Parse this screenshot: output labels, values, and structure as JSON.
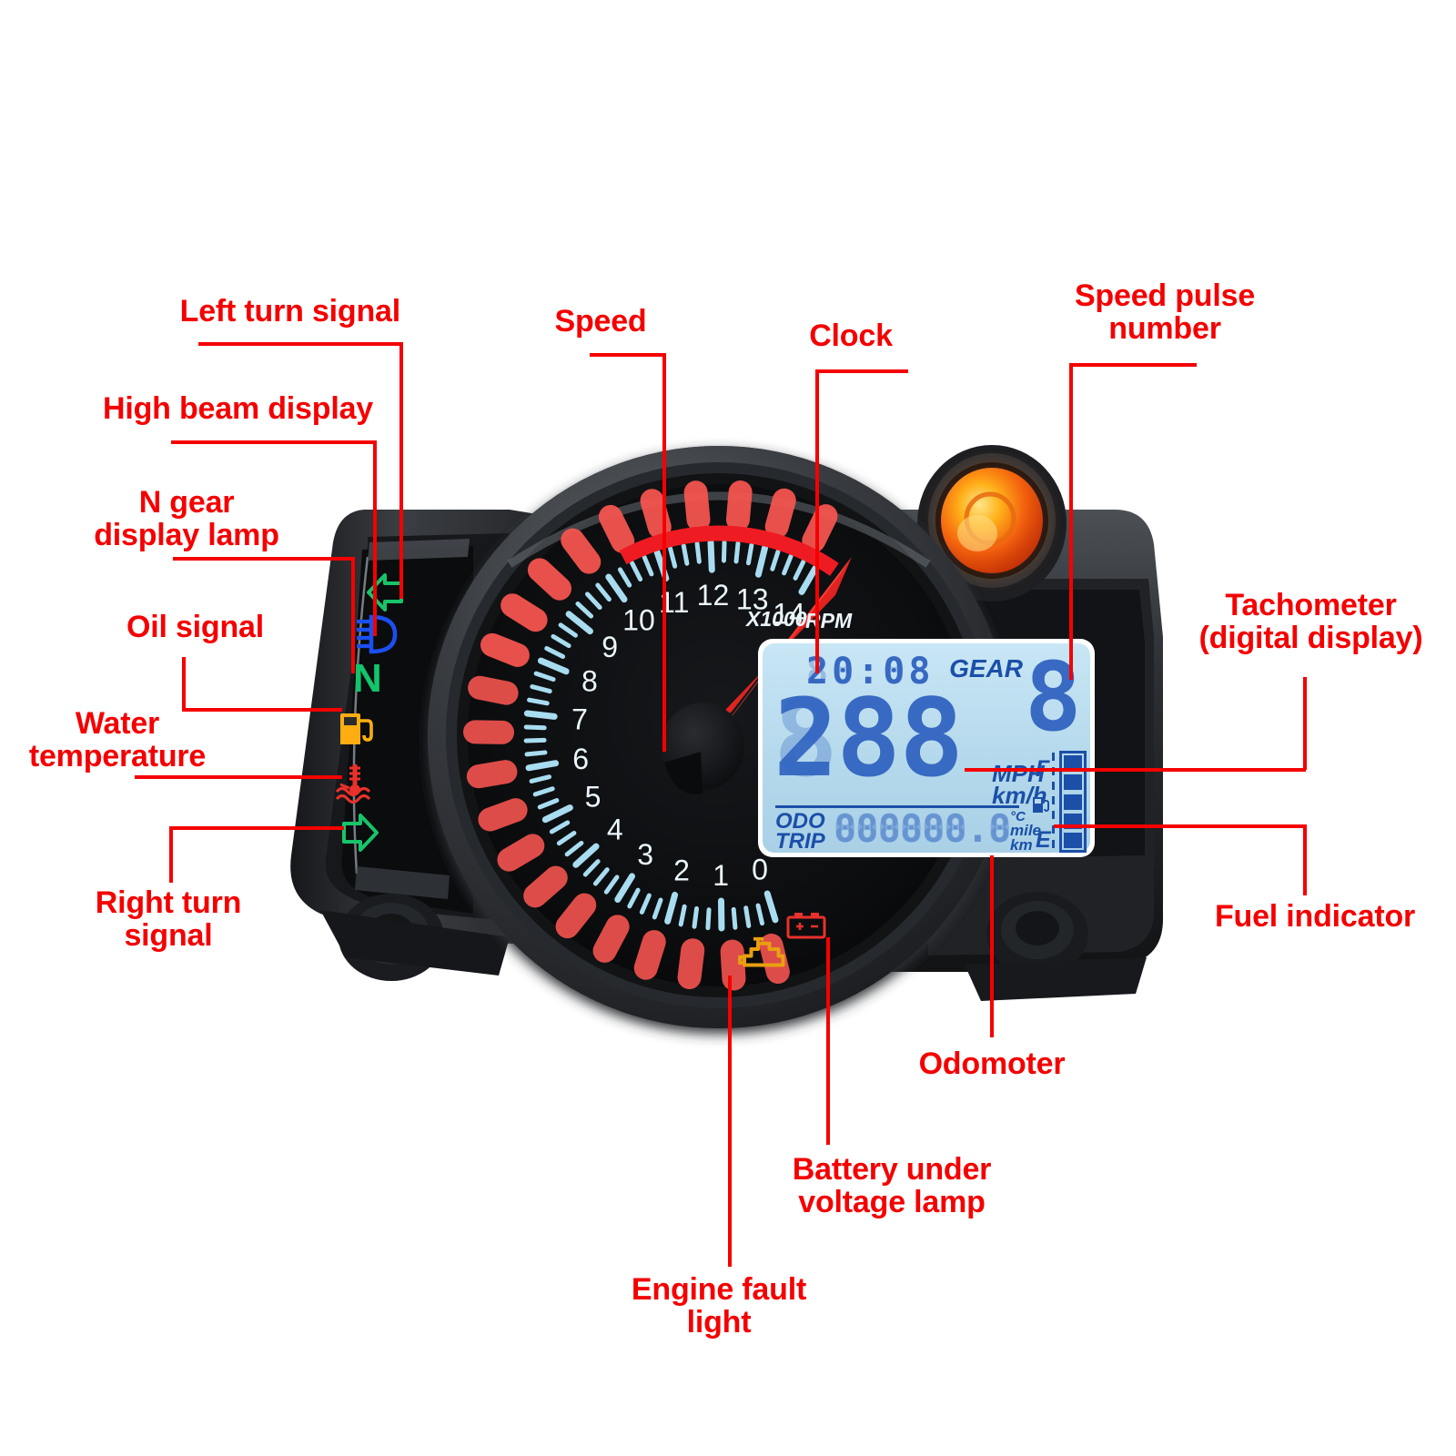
{
  "diagram": {
    "title": "Motorcycle LCD Speedometer Tachometer Gauge - Labeled Parts Diagram",
    "label_color": "#f50000",
    "background": "#ffffff"
  },
  "callouts": [
    {
      "id": "left-turn-signal",
      "text": "Left turn signal"
    },
    {
      "id": "high-beam-display",
      "text": "High beam display"
    },
    {
      "id": "n-gear-lamp",
      "text": "N gear\ndisplay lamp"
    },
    {
      "id": "oil-signal",
      "text": "Oil signal"
    },
    {
      "id": "water-temperature",
      "text": "Water\ntemperature"
    },
    {
      "id": "right-turn-signal",
      "text": "Right turn\nsignal"
    },
    {
      "id": "speed",
      "text": "Speed"
    },
    {
      "id": "clock",
      "text": "Clock"
    },
    {
      "id": "speed-pulse-number",
      "text": "Speed pulse\nnumber"
    },
    {
      "id": "tachometer-digital",
      "text": "Tachometer\n(digital display)"
    },
    {
      "id": "fuel-indicator",
      "text": "Fuel indicator"
    },
    {
      "id": "odometer",
      "text": "Odomoter"
    },
    {
      "id": "battery-lamp",
      "text": "Battery under\nvoltage lamp"
    },
    {
      "id": "engine-fault",
      "text": "Engine fault\nlight"
    }
  ],
  "gauge": {
    "tachometer": {
      "unit_multiplier": "X1000",
      "unit_label": "RPM",
      "tick_numbers": [
        "0",
        "1",
        "2",
        "3",
        "4",
        "5",
        "6",
        "7",
        "8",
        "9",
        "10",
        "11",
        "12",
        "13",
        "14"
      ],
      "dial_color": "#111214",
      "tick_color": "#a8dcf0",
      "redline_color": "#ee1c22",
      "led_bar_color": "#f4544f",
      "needle_color": "#e21b1b"
    },
    "indicators": [
      {
        "id": "left-turn-arrow",
        "name": "left-turn-arrow-icon",
        "color": "#17c46a"
      },
      {
        "id": "high-beam",
        "name": "high-beam-icon",
        "color": "#1b4ff0"
      },
      {
        "id": "neutral-gear",
        "name": "neutral-gear-icon",
        "label": "N",
        "color": "#12c46a"
      },
      {
        "id": "fuel-warning",
        "name": "fuel-pump-icon",
        "color": "#ffad11"
      },
      {
        "id": "water-temp",
        "name": "water-temperature-icon",
        "color": "#e8312b"
      },
      {
        "id": "right-turn-arrow",
        "name": "right-turn-arrow-icon",
        "color": "#17c46a"
      },
      {
        "id": "engine-check",
        "name": "engine-check-icon",
        "color": "#e8a010"
      },
      {
        "id": "battery-warning",
        "name": "battery-icon",
        "color": "#e8312b"
      }
    ],
    "pulse_lamp": {
      "name": "speed-pulse-lamp",
      "color": "#ff8c00",
      "ring_color": "#e03a10"
    },
    "lcd": {
      "background": "#bcdcee",
      "digit_color": "#1b4fa8",
      "clock": "20:08",
      "clock_ghost": "88:88",
      "gear_label": "GEAR",
      "gear_value": "8",
      "speed_value": "288",
      "speed_ghost": "888",
      "speed_units_primary": "MPH",
      "speed_units_secondary": "km/h",
      "odo_label": "ODO",
      "trip_label": "TRIP",
      "odo_value": "000000.0",
      "odo_ghost": "888888.8",
      "unit_temp": "°C",
      "unit_mile": "mile",
      "unit_km": "km",
      "fuel_full_label": "F",
      "fuel_empty_label": "E",
      "fuel_bars_total": 5,
      "fuel_bars_filled": 5
    }
  }
}
